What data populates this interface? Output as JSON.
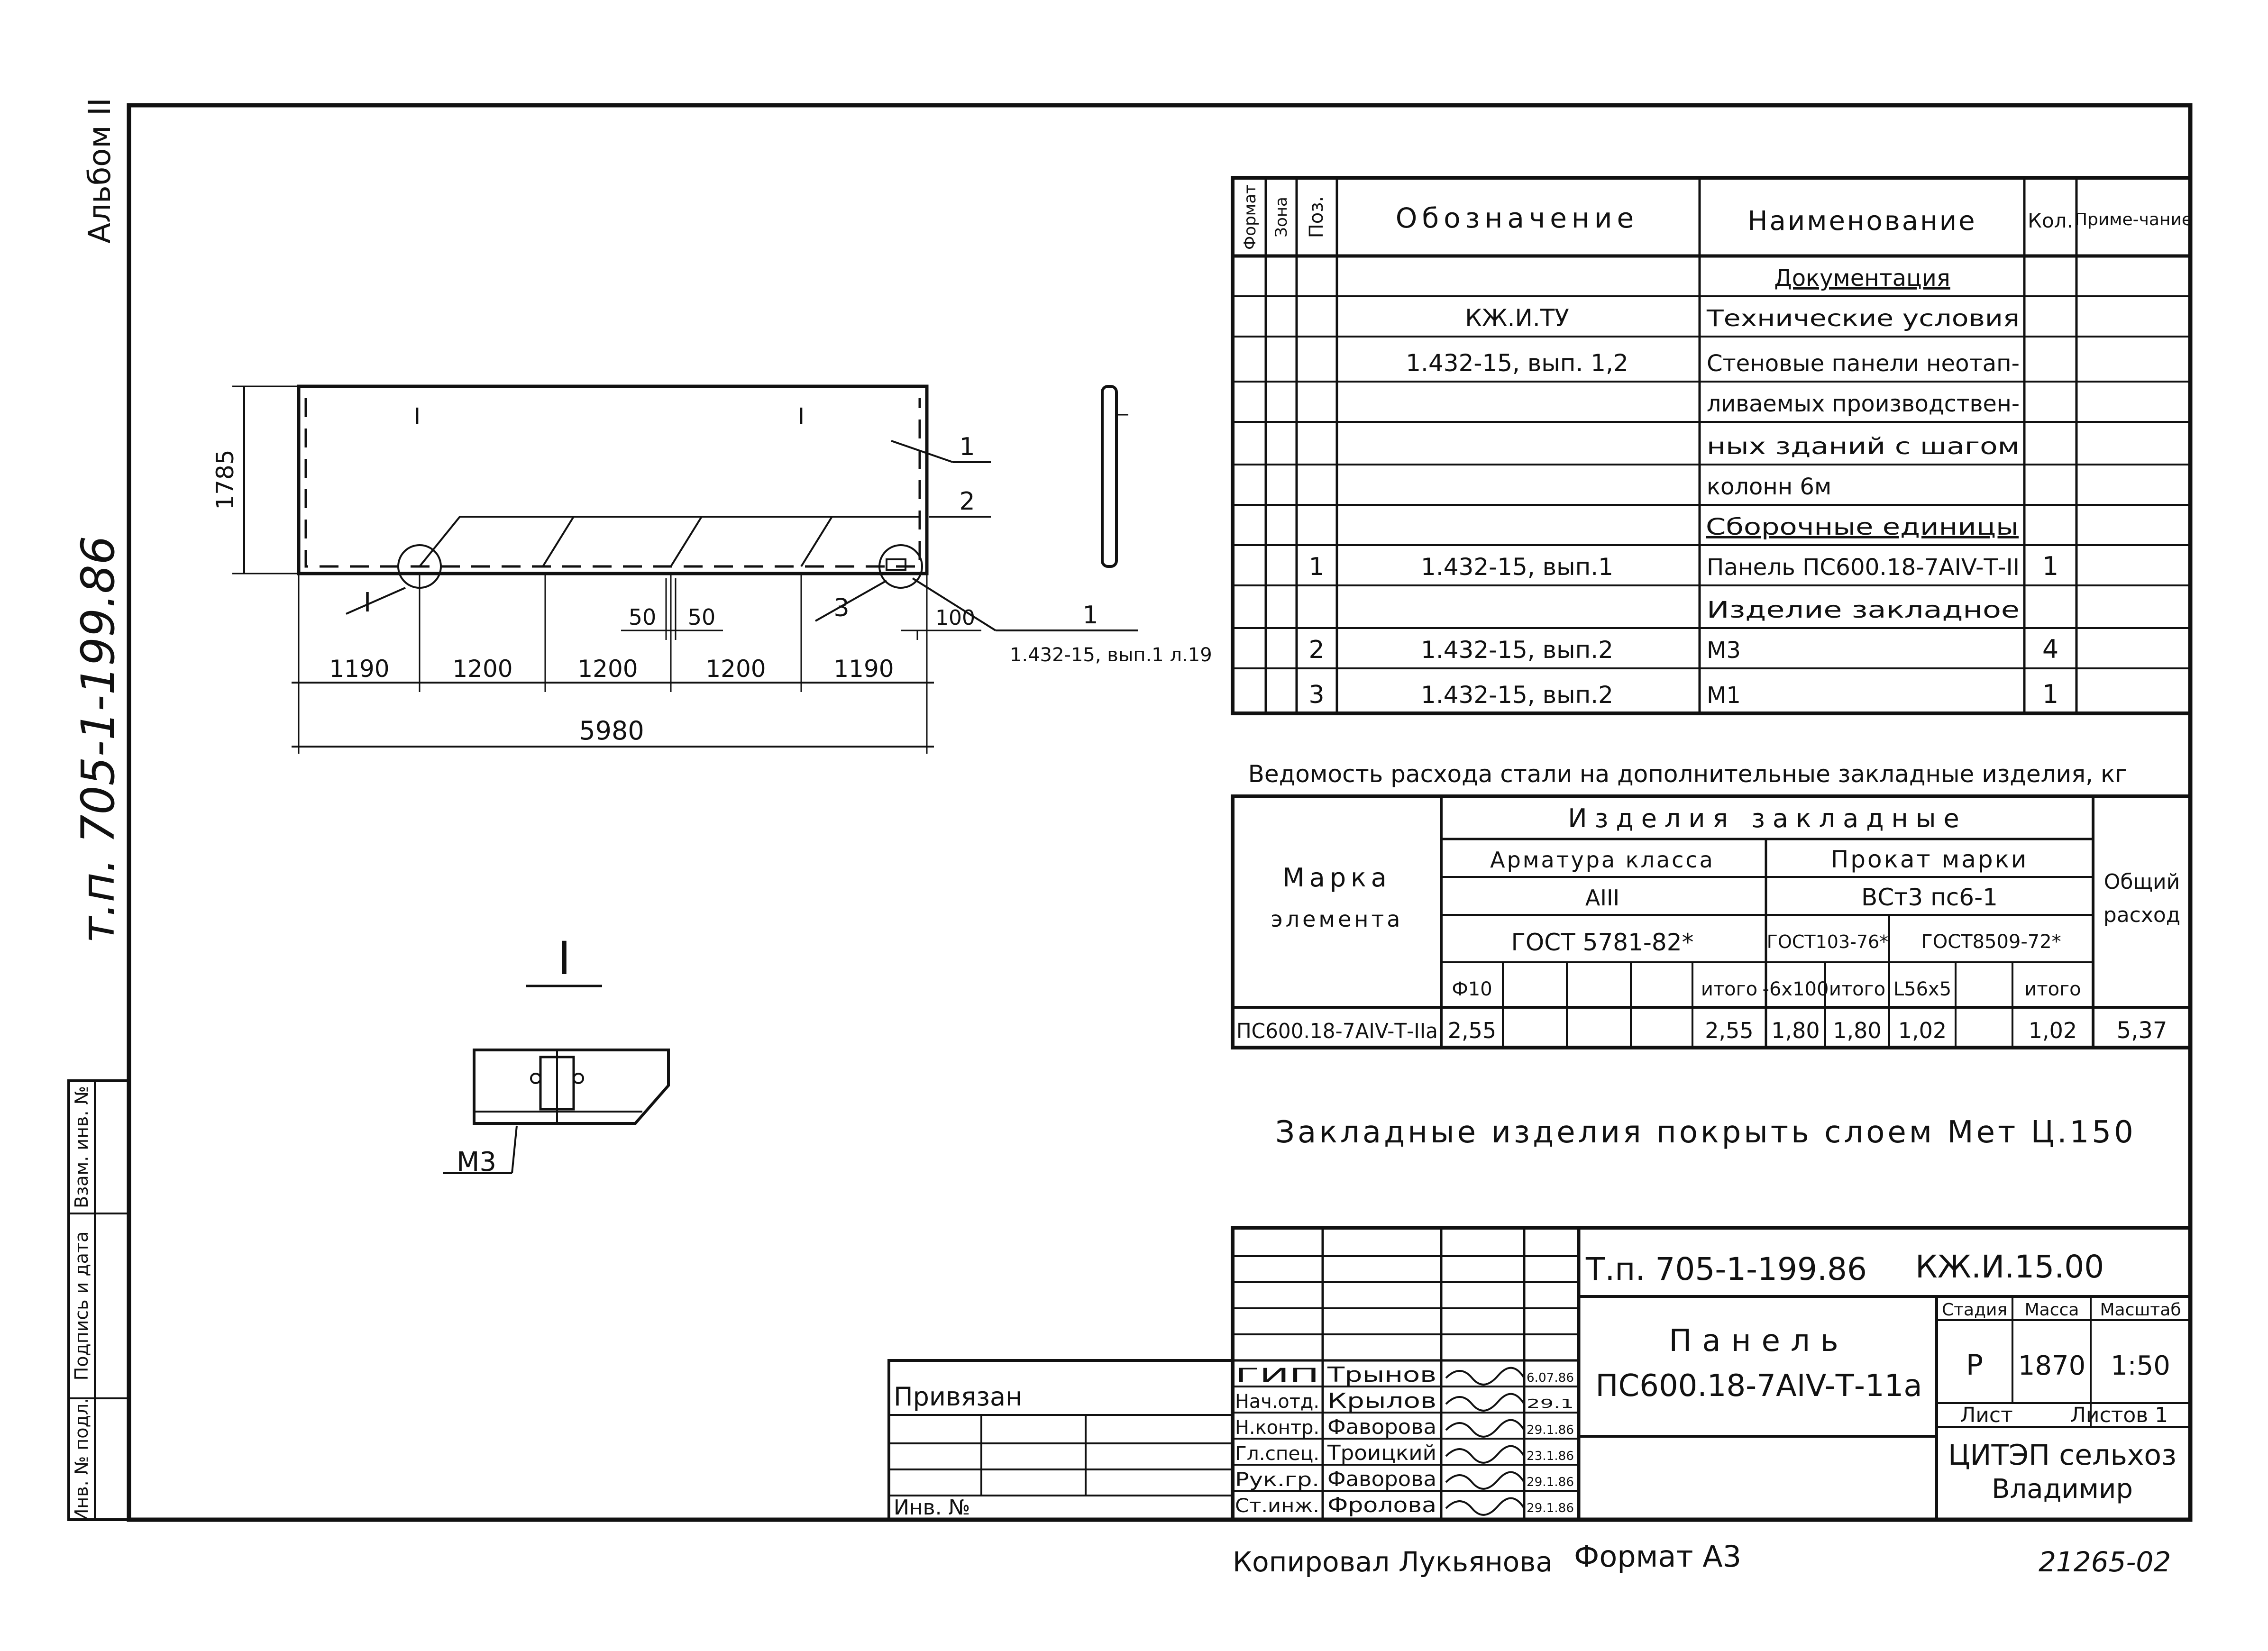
{
  "left_strip": {
    "album": "Альбом II",
    "project_code": "т.п. 705-1-199.86",
    "cells": [
      "Инв. № подл.",
      "Подпись и дата",
      "Взам. инв. №"
    ]
  },
  "drawing": {
    "dim_height": "1785",
    "segments": [
      "1190",
      "1200",
      "1200",
      "1200",
      "1190"
    ],
    "total": "5980",
    "small_50a": "50",
    "small_50b": "50",
    "small_100": "100",
    "callout_I": "I",
    "callout_3": "3",
    "callout_1a": "1",
    "callout_2": "2",
    "callout_1b": "1",
    "ref_sheet": "1.432-15, вып.1 л.19",
    "top_tick_left": "I",
    "top_tick_right": "I"
  },
  "detail": {
    "title": "I",
    "label": "М3"
  },
  "spec": {
    "headers": {
      "format": "Формат",
      "zone": "Зона",
      "pos": "Поз.",
      "designation": "Обозначение",
      "name": "Наименование",
      "qty": "Кол.",
      "note": "Приме-чание"
    },
    "rows": [
      {
        "pos": "",
        "des": "",
        "name": "Документация",
        "qty": "",
        "underline": true
      },
      {
        "pos": "",
        "des": "КЖ.И.ТУ",
        "name": "Технические условия",
        "qty": ""
      },
      {
        "pos": "",
        "des": "1.432-15, вып. 1,2",
        "name": "Стеновые панели неотап-",
        "qty": ""
      },
      {
        "pos": "",
        "des": "",
        "name": "ливаемых производствен-",
        "qty": ""
      },
      {
        "pos": "",
        "des": "",
        "name": "ных зданий с шагом",
        "qty": ""
      },
      {
        "pos": "",
        "des": "",
        "name": "колонн   6м",
        "qty": ""
      },
      {
        "pos": "",
        "des": "",
        "name": "Сборочные единицы",
        "qty": "",
        "underline": true
      },
      {
        "pos": "1",
        "des": "1.432-15,  вып.1",
        "name": "Панель ПС600.18-7АIV-Т-II",
        "qty": "1"
      },
      {
        "pos": "",
        "des": "",
        "name": "Изделие закладное",
        "qty": ""
      },
      {
        "pos": "2",
        "des": "1.432-15,  вып.2",
        "name": "М3",
        "qty": "4"
      },
      {
        "pos": "3",
        "des": "1.432-15,  вып.2",
        "name": "М1",
        "qty": "1"
      }
    ]
  },
  "steel": {
    "title": "Ведомость расхода стали на дополнительные закладные изделия, кг",
    "mark_header": "Марка элемента",
    "mark_l1": "Марка",
    "mark_l2": "элемента",
    "group": "Изделия закладные",
    "armature": "Арматура класса",
    "armature_class": "АIII",
    "armature_gost": "ГОСТ 5781-82*",
    "rolled": "Прокат марки",
    "rolled_grade": "ВСт3 пс6-1",
    "gost1": "ГОСТ103-76*",
    "gost2": "ГОСТ8509-72*",
    "total_l1": "Общий",
    "total_l2": "расход",
    "sub": [
      "Ф10",
      "",
      "",
      "",
      "итого",
      "-6х100",
      "итого",
      "L56х5",
      "",
      "итого"
    ],
    "row": {
      "mark": "ПС600.18-7АIV-Т-IIа",
      "vals": [
        "2,55",
        "",
        "",
        "",
        "2,55",
        "1,80",
        "1,80",
        "1,02",
        "",
        "1,02"
      ],
      "total": "5,37"
    }
  },
  "note_text": "Закладные изделия покрыть слоем Мет Ц.150",
  "title_block": {
    "code1": "Т.п. 705-1-199.86",
    "code2": "КЖ.И.15.00",
    "name_l1": "Панель",
    "name_l2": "ПС600.18-7АIV-Т-11а",
    "stage_h": "Стадия",
    "mass_h": "Масса",
    "scale_h": "Масштаб",
    "stage": "Р",
    "mass": "1870",
    "scale": "1:50",
    "sheet": "Лист",
    "sheets": "Листов 1",
    "org_l1": "ЦИТЭП сельхоз",
    "org_l2": "Владимир",
    "privyazan": "Привязан",
    "inv": "Инв. №",
    "staff": [
      {
        "role": "ГИП",
        "name": "Трынов",
        "date": "6.07.86"
      },
      {
        "role": "Нач.отд.",
        "name": "Крылов",
        "date": "29.1"
      },
      {
        "role": "Н.контр.",
        "name": "Фаворова",
        "date": "29.1.86"
      },
      {
        "role": "Гл.спец.",
        "name": "Троицкий",
        "date": "23.1.86"
      },
      {
        "role": "Рук.гр.",
        "name": "Фаворова",
        "date": "29.1.86"
      },
      {
        "role": "Ст.инж.",
        "name": "Фролова",
        "date": "29.1.86"
      }
    ]
  },
  "footer": {
    "copied": "Копировал Лукьянова",
    "format": "Формат А3",
    "number": "21265-02"
  }
}
